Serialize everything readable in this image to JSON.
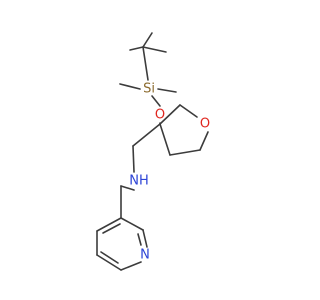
{
  "molecule": {
    "atoms": {
      "silicon": {
        "label": "Si",
        "color": "#8c6b2e"
      },
      "oxygen_silyl": {
        "label": "O",
        "color": "#e0261f"
      },
      "oxygen_ring": {
        "label": "O",
        "color": "#e0261f"
      },
      "nitrogen_amine": {
        "label": "NH",
        "color": "#2c43d6"
      },
      "nitrogen_pyridine": {
        "label": "N",
        "color": "#2c43d6"
      }
    },
    "bond_color": "#3c3c3c"
  }
}
